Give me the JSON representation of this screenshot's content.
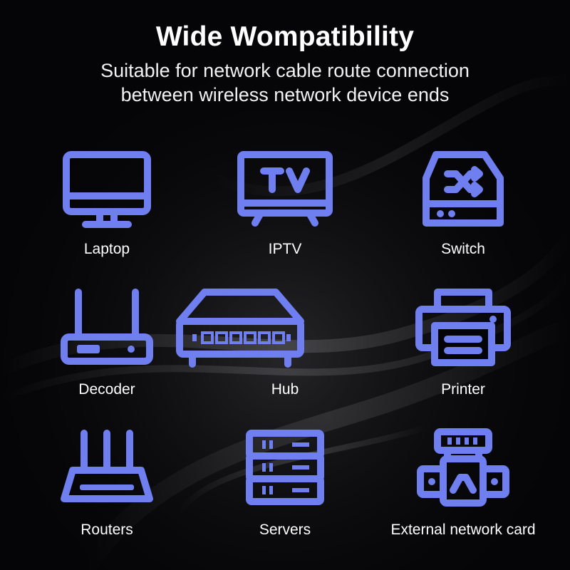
{
  "header": {
    "title": "Wide Wompatibility",
    "subtitle_line1": "Suitable for network cable route connection",
    "subtitle_line2": "between wireless network device ends"
  },
  "icon_color": "#6f7ff0",
  "devices": [
    {
      "label": "Laptop",
      "icon": "monitor-icon"
    },
    {
      "label": "IPTV",
      "icon": "tv-icon"
    },
    {
      "label": "Switch",
      "icon": "switch-icon"
    },
    {
      "label": "Decoder",
      "icon": "decoder-icon"
    },
    {
      "label": "Hub",
      "icon": "hub-icon"
    },
    {
      "label": "Printer",
      "icon": "printer-icon"
    },
    {
      "label": "Routers",
      "icon": "router-icon"
    },
    {
      "label": "Servers",
      "icon": "server-icon"
    },
    {
      "label": "External network card",
      "icon": "network-card-icon"
    }
  ]
}
